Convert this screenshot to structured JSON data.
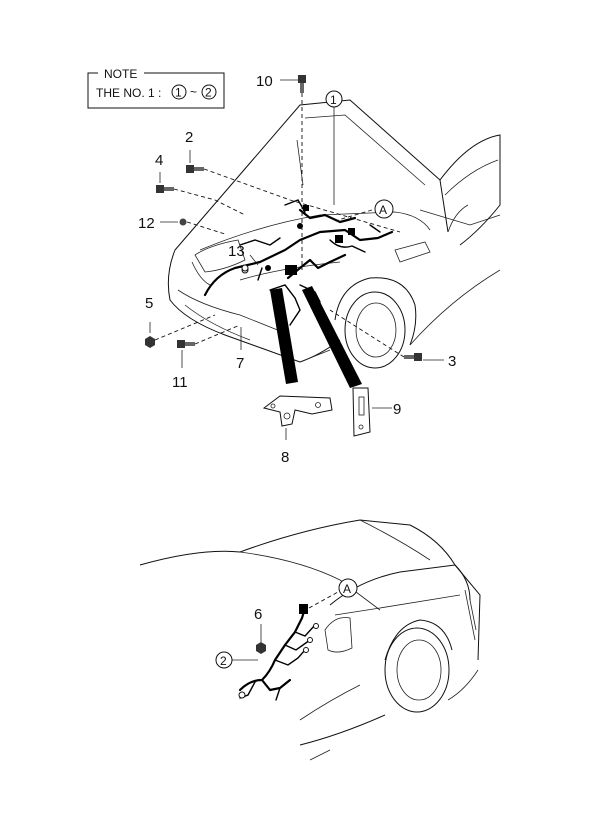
{
  "note": {
    "title": "NOTE",
    "text": "THE NO. 1 :",
    "range_from": "1",
    "range_sep": "~",
    "range_to": "2"
  },
  "callouts": {
    "c1": "1",
    "c2": "2",
    "c3": "3",
    "c4": "4",
    "c5": "5",
    "c6": "6",
    "c7": "7",
    "c8": "8",
    "c9": "9",
    "c10": "10",
    "c11": "11",
    "c12": "12",
    "c13": "13"
  },
  "refs": {
    "top_circled_1": "1",
    "top_A": "A",
    "bottom_A": "A",
    "bottom_circled_2": "2"
  }
}
